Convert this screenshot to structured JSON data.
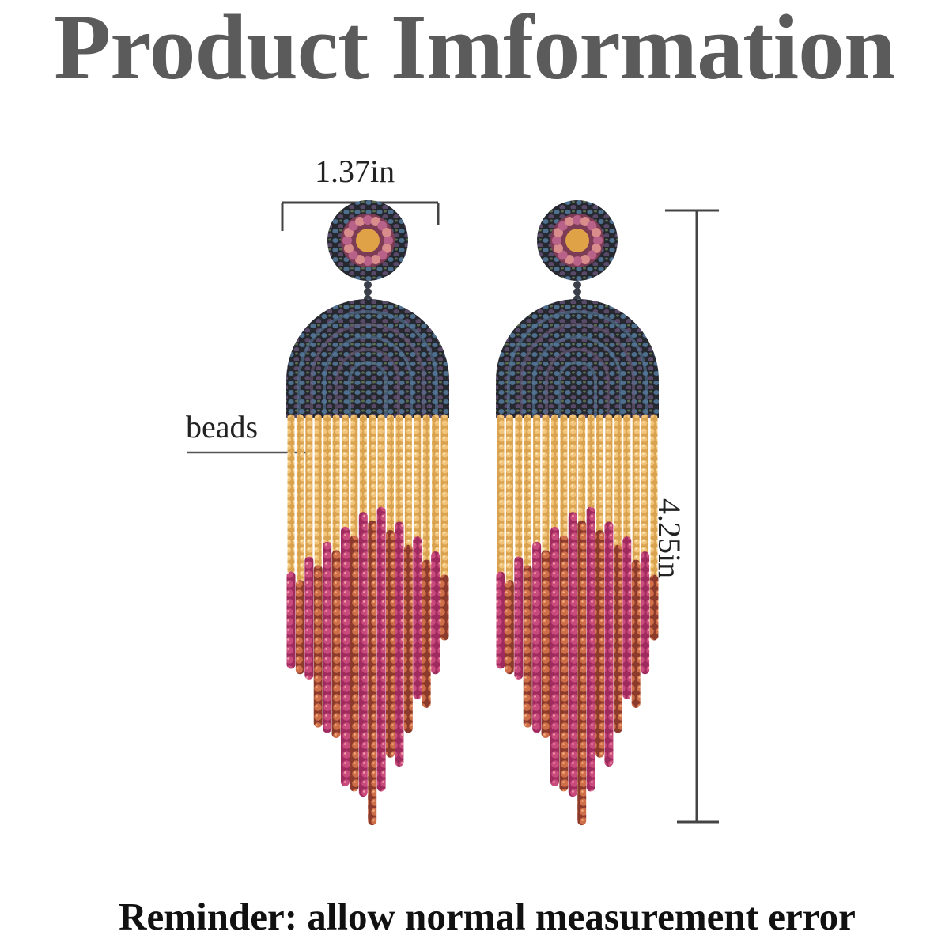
{
  "header": {
    "title": "Product Imformation"
  },
  "measurements": {
    "width_label": "1.37in",
    "height_label": "4.25in",
    "part_label": "beads"
  },
  "footer": {
    "reminder": "Reminder: allow normal measurement error"
  },
  "colors": {
    "title": "#5b5b5b",
    "dark_beads": "#2d2f38",
    "iridescent": "#3f5d7a",
    "gold_beads": "#e3b261",
    "pink_beads": "#c23f78",
    "copper_beads": "#c56a45"
  },
  "image": {
    "subject": "pair of beaded fringe earrings"
  }
}
